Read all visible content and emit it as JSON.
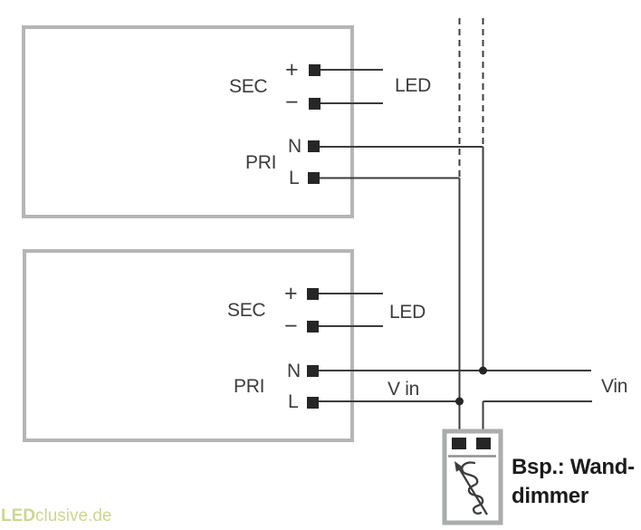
{
  "top_driver": {
    "sec": "SEC",
    "pri": "PRI",
    "plus": "+",
    "minus": "−",
    "n": "N",
    "l": "L",
    "led": "LED"
  },
  "bottom_driver": {
    "sec": "SEC",
    "pri": "PRI",
    "plus": "+",
    "minus": "−",
    "n": "N",
    "l": "L",
    "led": "LED",
    "v_in": "V in"
  },
  "vin_label": "Vin",
  "dimmer": {
    "caption_line1": "Bsp.: Wand-",
    "caption_line2": "dimmer"
  },
  "watermark": {
    "bold": "LED",
    "rest": "clusive.de"
  },
  "colors": {
    "wire": "#3c3c3c",
    "box_border": "#b4b6b5",
    "terminal": "#262626",
    "caption_text": "#1b1b1b",
    "watermark_text": "#cbd78e"
  }
}
